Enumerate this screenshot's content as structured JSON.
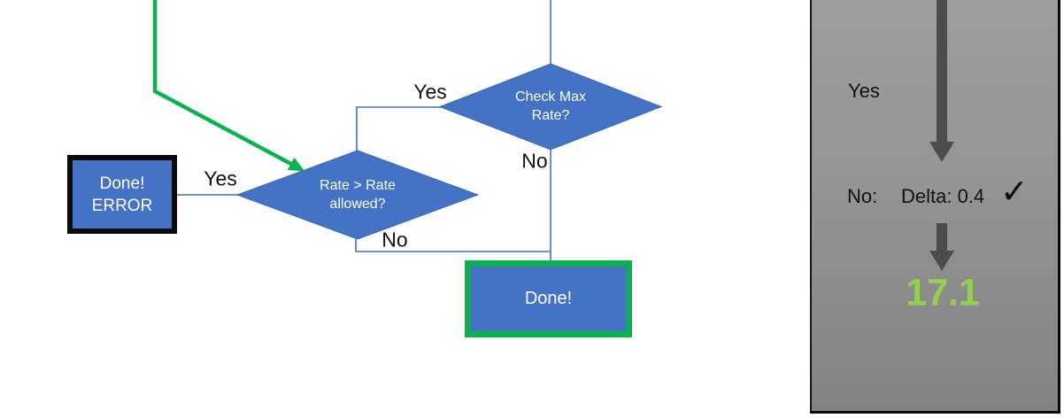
{
  "slide": {
    "flowchart": {
      "check_max_decision": {
        "line1": "Check Max",
        "line2": "Rate?"
      },
      "check_max_yes_label": "Yes",
      "check_max_no_label": "No",
      "rate_allowed_decision": {
        "line1": "Rate > Rate",
        "line2": "allowed?"
      },
      "rate_allowed_yes_label": "Yes",
      "rate_allowed_no_label": "No",
      "done_error_box": {
        "line1": "Done!",
        "line2": "ERROR"
      },
      "done_box": {
        "label": "Done!"
      }
    },
    "side_panel": {
      "yes_label": "Yes",
      "no_label": "No:",
      "delta_value": "Delta: 0.4",
      "checkmark": "✓",
      "result_value": "17.1"
    },
    "colors": {
      "shape_blue": "#4472c4",
      "connector_blue": "#4472c4",
      "green_accent": "#0cb04e",
      "result_green": "#92d050",
      "arrow_gray": "#4c4c4c",
      "panel_gray": "#949494",
      "box_border_black": "#0a0a0a"
    }
  }
}
